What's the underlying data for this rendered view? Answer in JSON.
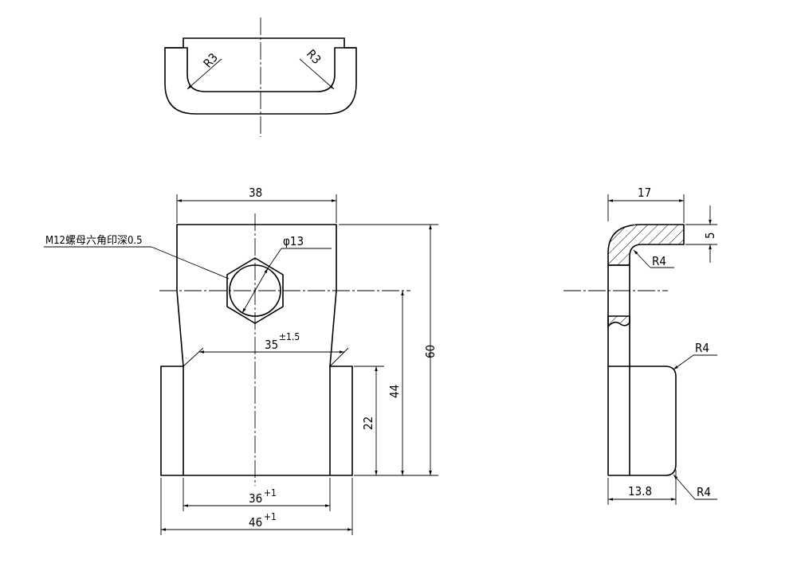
{
  "top_view": {
    "r_left": "R3",
    "r_right": "R3"
  },
  "front_view": {
    "width_top": "38",
    "note": "M12螺母六角印深0.5",
    "hole_dia": "φ13",
    "mid_width": "35",
    "mid_tol": "±1.5",
    "height_total": "60",
    "height_44": "44",
    "height_22": "22",
    "inner_width": "36",
    "inner_tol": "+1",
    "outer_width": "46",
    "outer_tol": "+1"
  },
  "side_view": {
    "width_17": "17",
    "thick_5": "5",
    "r_inner": "R4",
    "r_top": "R4",
    "r_bottom": "R4",
    "width_138": "13.8"
  }
}
